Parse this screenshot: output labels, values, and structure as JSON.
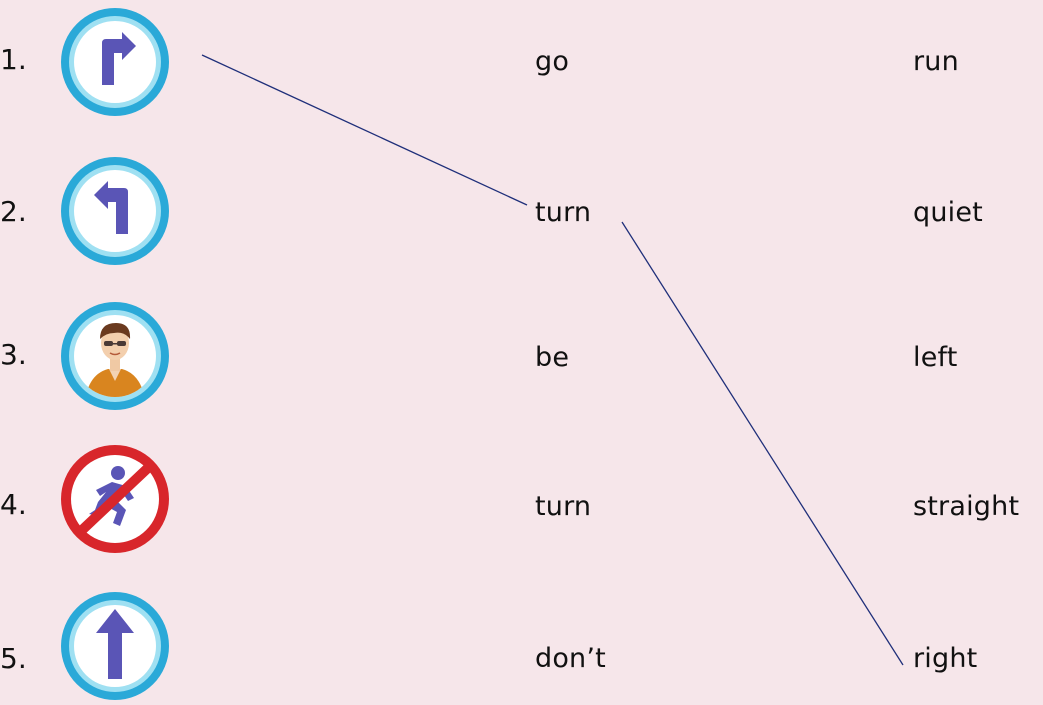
{
  "exercise": {
    "items": [
      {
        "number": "1.",
        "icon": "turn-right-arrow-icon"
      },
      {
        "number": "2.",
        "icon": "turn-left-arrow-icon"
      },
      {
        "number": "3.",
        "icon": "quiet-person-icon"
      },
      {
        "number": "4.",
        "icon": "no-running-icon"
      },
      {
        "number": "5.",
        "icon": "straight-ahead-arrow-icon"
      }
    ],
    "middle_words": [
      "go",
      "turn",
      "be",
      "turn",
      "don’t"
    ],
    "right_words": [
      "run",
      "quiet",
      "left",
      "straight",
      "right"
    ],
    "connections": [
      {
        "from": "item-1",
        "to": "middle-word-2"
      },
      {
        "from": "middle-word-2",
        "to": "right-word-5"
      }
    ]
  },
  "colors": {
    "background": "#f6e6ea",
    "sign_ring": "#2aa9d8",
    "sign_fill": "#ffffff",
    "arrow": "#5a55b6",
    "prohibition": "#d8262b",
    "connector_line": "#1f2f7a"
  }
}
